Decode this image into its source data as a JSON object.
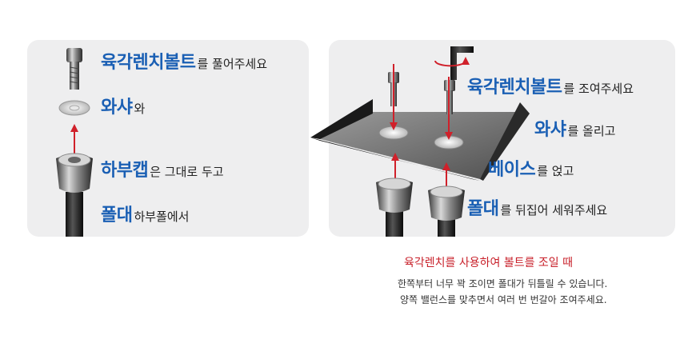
{
  "left_panel": {
    "captions": [
      {
        "highlight": "육각렌치볼트",
        "normal": "를 풀어주세요"
      },
      {
        "highlight": "와샤",
        "normal": "와"
      },
      {
        "highlight": "하부캡",
        "normal": "은 그대로 두고"
      },
      {
        "highlight": "폴대",
        "normal": "하부폴에서"
      }
    ]
  },
  "right_panel": {
    "captions": [
      {
        "highlight": "육각렌치볼트",
        "normal": "를 조여주세요"
      },
      {
        "highlight": "와샤",
        "normal": "를 올리고"
      },
      {
        "highlight": "베이스",
        "normal": "를 얹고"
      },
      {
        "highlight": "폴대",
        "normal": "를 뒤집어 세워주세요"
      }
    ]
  },
  "note": {
    "title": "육각렌치를 사용하여 볼트를 조일 때",
    "lines": [
      "한쪽부터 너무 꽉 조이면 폴대가 뒤틀릴 수 있습니다.",
      "양쪽 밸런스를 맞추면서 여러 번 번갈아 조여주세요."
    ]
  },
  "colors": {
    "highlight": "#1a5fb4",
    "arrow": "#d0202a",
    "panel": "#eeeeef",
    "note_title": "#c8202a"
  }
}
